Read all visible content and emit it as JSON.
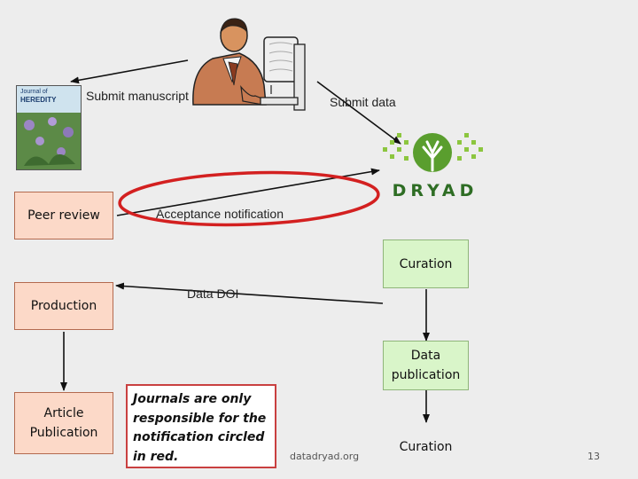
{
  "labels": {
    "submit_manuscript": "Submit manuscript",
    "submit_data": "Submit data",
    "acceptance_notification": "Acceptance notification",
    "data_doi": "Data DOI"
  },
  "boxes": {
    "peer_review": "Peer review",
    "production": "Production",
    "article_publication": "Article Publication",
    "curation_top": "Curation",
    "data_publication": "Data publication",
    "curation_bottom": "Curation"
  },
  "journal_cover": {
    "title_line1": "Journal of",
    "title_line2": "HEREDITY"
  },
  "dryad_logo_text": "DRYAD",
  "note": "Journals are only responsible for the notification circled in red.",
  "footer": {
    "site": "datadryad.org",
    "page_number": "13"
  },
  "colors": {
    "highlight_ellipse": "#d32020",
    "dryad_green": "#5a9e2e",
    "dryad_text": "#2e6d24"
  }
}
